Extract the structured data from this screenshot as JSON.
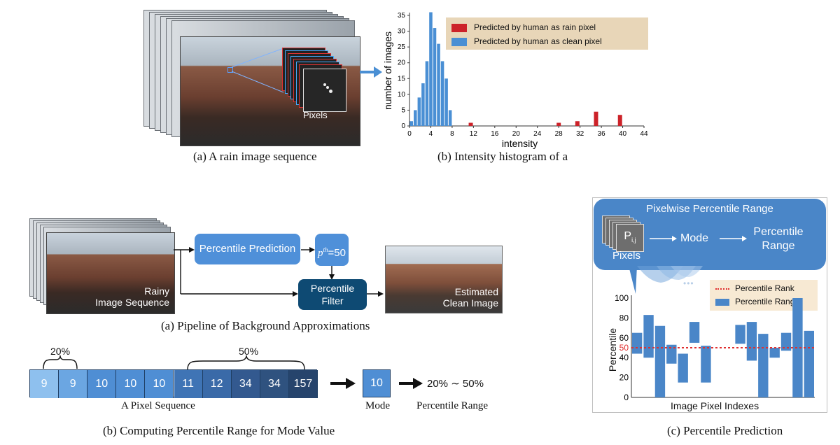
{
  "top_left": {
    "pixels_label": "Pixels",
    "caption": "(a) A rain image sequence"
  },
  "top_right": {
    "caption": "(b) Intensity histogram of a",
    "chart_data": {
      "type": "bar",
      "xlabel": "intensity",
      "ylabel": "number of images",
      "xlim": [
        0,
        44
      ],
      "ylim": [
        0,
        35
      ],
      "xticks": [
        "0",
        "4",
        "8",
        "12",
        "16",
        "20",
        "24",
        "28",
        "32",
        "36",
        "40",
        "44"
      ],
      "yticks": [
        "0",
        "5",
        "10",
        "15",
        "20",
        "25",
        "30",
        "35"
      ],
      "legend": {
        "placement": "top-right",
        "entries": [
          "Predicted by human as rain pixel",
          "Predicted by human as clean pixel"
        ]
      },
      "series": [
        {
          "name": "Predicted by human as clean pixel",
          "color": "#4a8fd4",
          "x": [
            0,
            1,
            2,
            3,
            4,
            5,
            6,
            7,
            8
          ],
          "values": [
            1.5,
            5,
            9,
            13.5,
            20.5,
            36,
            31,
            26,
            20.5,
            15,
            5
          ]
        },
        {
          "name": "Predicted by human as rain pixel",
          "color": "#cc2229",
          "x": [
            11.5,
            28,
            31.5,
            35,
            39.5
          ],
          "values": [
            1,
            1,
            1.5,
            4.5,
            3.5
          ]
        }
      ]
    }
  },
  "pipeline": {
    "rainy_label_1": "Rainy",
    "rainy_label_2": "Image Sequence",
    "percentile_prediction": "Percentile Prediction",
    "p_superscript": "th",
    "p_value": "=50",
    "p_symbol": "p",
    "filter_1": "Percentile",
    "filter_2": "Filter",
    "estimated_1": "Estimated",
    "estimated_2": "Clean Image",
    "caption": "(a) Pipeline of Background Approximations"
  },
  "sequence": {
    "cells": [
      "9",
      "9",
      "10",
      "10",
      "10",
      "11",
      "12",
      "34",
      "34",
      "157"
    ],
    "cell_colors": [
      "#8ec0ee",
      "#6ba6e2",
      "#4f8ed4",
      "#4f8ed4",
      "#4f8ed4",
      "#3f74b5",
      "#3a6aa8",
      "#33598f",
      "#2f527f",
      "#26446c"
    ],
    "brace_20": "20%",
    "brace_50": "50%",
    "label": "A Pixel Sequence",
    "mode_value": "10",
    "mode_label": "Mode",
    "range_text": "20% ∼ 50%",
    "range_label": "Percentile Range",
    "caption": "(b) Computing Percentile Range for Mode Value"
  },
  "prediction": {
    "bubble_title": "Pixelwise Percentile Range",
    "pij_main": "P",
    "pij_sub": "i,j",
    "pixels": "Pixels",
    "mode": "Mode",
    "range_1": "Percentile",
    "range_2": "Range",
    "dots": "•••",
    "legend_rank": "Percentile Rank",
    "legend_range": "Percentile Range",
    "xlabel": "Image Pixel Indexes",
    "ylabel": "Percentile",
    "rank_label": "50",
    "caption": "(c) Percentile Prediction",
    "chart_data": {
      "type": "bar",
      "xlabel": "Image Pixel Indexes",
      "ylabel": "Percentile",
      "ylim": [
        0,
        100
      ],
      "yticks": [
        "0",
        "20",
        "40",
        "60",
        "80",
        "100"
      ],
      "rank": 50,
      "rank_color": "#e03030",
      "bar_color": "#4a86c8",
      "ranges": [
        [
          44,
          65
        ],
        [
          40,
          83
        ],
        [
          0,
          72
        ],
        [
          34,
          53
        ],
        [
          15,
          44
        ],
        [
          55,
          76
        ],
        [
          15,
          52
        ],
        [
          0,
          0
        ],
        [
          0,
          0
        ],
        [
          54,
          73
        ],
        [
          37,
          76
        ],
        [
          0,
          64
        ],
        [
          40,
          50
        ],
        [
          47,
          65
        ],
        [
          0,
          100
        ],
        [
          0,
          67
        ]
      ]
    }
  }
}
